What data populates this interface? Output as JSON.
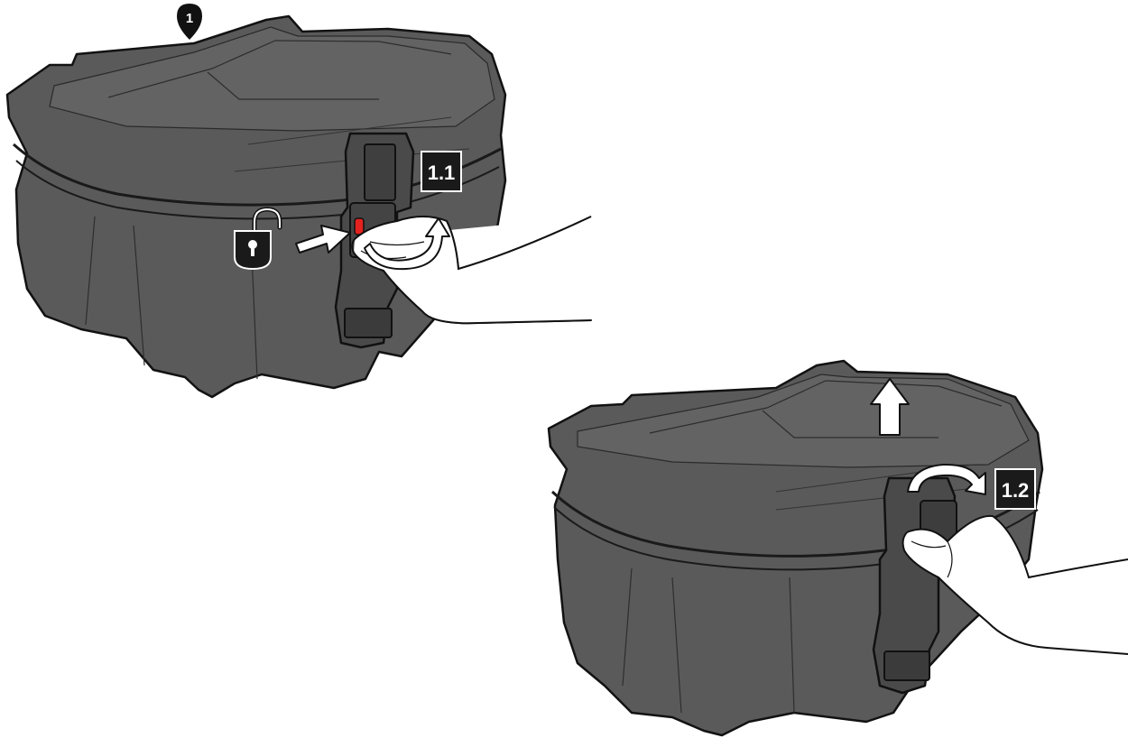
{
  "steps": {
    "main_marker": "1",
    "step_a": "1.1",
    "step_b": "1.2"
  },
  "colors": {
    "case_body": "#595959",
    "case_dark": "#4a4a4a",
    "case_outline": "#111111",
    "latch_red": "#e4221f",
    "label_bg": "#1a1a1a",
    "hand_fill": "#ffffff"
  },
  "icons": {
    "unlock": "unlock-padlock-icon",
    "push_arrow": "push-right-arrow-icon",
    "rotate_arrow": "rotate-arrow-icon",
    "lift_arrow": "lift-up-arrow-icon"
  }
}
